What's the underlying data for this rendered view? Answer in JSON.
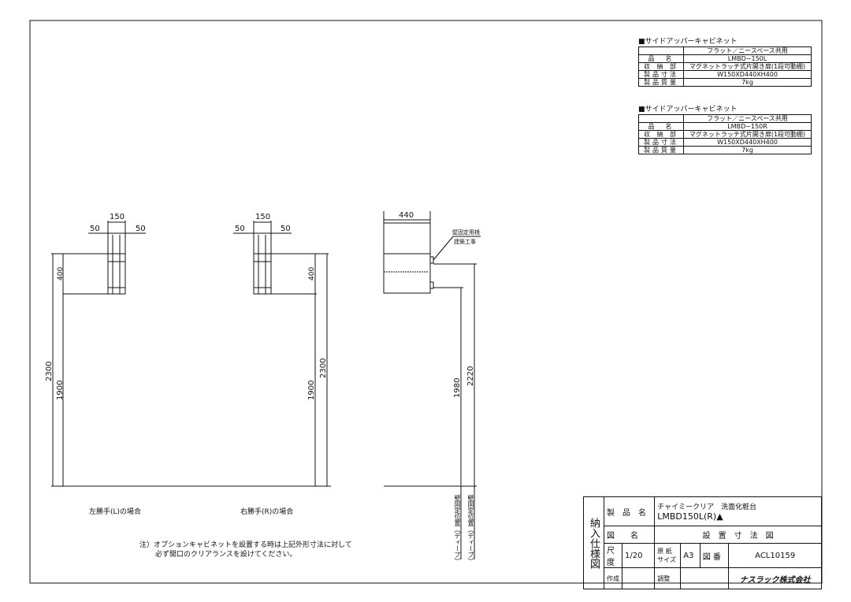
{
  "specs": [
    {
      "title": "■サイドアッパーキャビネット",
      "header": "フラット／ニースペース共用",
      "rows": [
        {
          "key": "品　名",
          "value": "LMBD−150L"
        },
        {
          "key": "収 納 部",
          "value": "マグネットラッチ式片開き扉(1段可動棚)"
        },
        {
          "key": "製品寸法",
          "value": "W150XD440XH400"
        },
        {
          "key": "製品質量",
          "value": "7kg"
        }
      ]
    },
    {
      "title": "■サイドアッパーキャビネット",
      "header": "フラット／ニースペース共用",
      "rows": [
        {
          "key": "品　名",
          "value": "LMBD−150R"
        },
        {
          "key": "収 納 部",
          "value": "マグネットラッチ式片開き扉(1段可動棚)"
        },
        {
          "key": "製品寸法",
          "value": "W150XD440XH400"
        },
        {
          "key": "製品質量",
          "value": "7kg"
        }
      ]
    }
  ],
  "dims": {
    "w150": "150",
    "side50": "50",
    "h400": "400",
    "h2300": "2300",
    "h1900": "1900",
    "d440": "440",
    "h1980": "1980",
    "h2220": "2220"
  },
  "labels": {
    "left_case": "左勝手(L)の場合",
    "right_case": "右勝手(R)の場合",
    "wall_fix_1": "壁固定用桟",
    "wall_fix_2": "建築工事",
    "wall_pos": "壁固定位置（ディープ）",
    "note_1": "注）オプションキャビネットを設置する時は上記外形寸法に対して",
    "note_2": "必ず開口のクリアランスを設けてください。"
  },
  "title_block": {
    "side": "納入仕様図",
    "product_label": "製　品　名",
    "product_line1": "チャイミークリア　洗面化粧台",
    "product_line2": "LMBD150L(R)▲",
    "drawing_label": "図　　名",
    "drawing_name": "設　置　寸　法　図",
    "scale_label": "尺 度",
    "scale": "1/20",
    "paper_label": "原 紙 サイズ",
    "paper": "A3",
    "number_label": "図 番",
    "number": "ACL10159",
    "made_label": "作成",
    "check_label": "調整",
    "company": "ナスラック株式会社"
  }
}
